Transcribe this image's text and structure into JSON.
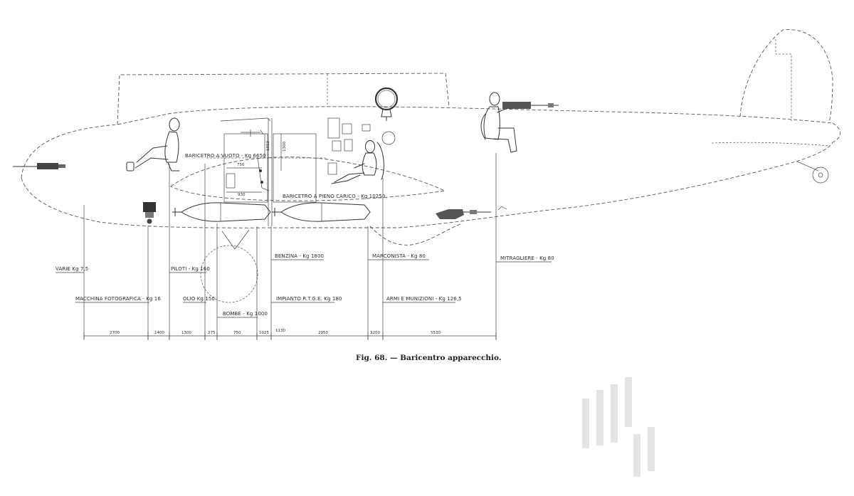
{
  "caption": "Fig. 68. — Baricentro apparecchio.",
  "cg": {
    "empty": "BARICETRO A VUOTO - Kg 6650",
    "full": "BARICETRO A PIENO CARICO - Kg 10250"
  },
  "interior_dims": {
    "d750": "750",
    "d930": "930",
    "d1012": "1012",
    "d1300": "1300"
  },
  "loads": {
    "varie": "VARIE Kg 7,5",
    "macchina": "MACCHINA FOTOGRAFICA - Kg 16",
    "piloti": "PILOTI - Kg 160",
    "olio": "OLIO Kg 150",
    "bombe": "BOMBE - Kg 1000",
    "benzina": "BENZINA - Kg 1800",
    "impianto": "IMPIANTO R.T.G.E. Kg 180",
    "marconista": "MARCONISTA - Kg 80",
    "armi": "ARMI E MUNIZIONI - Kg 126,5",
    "mitragliere": "MITRAGLIERE - Kg 80"
  },
  "dimensions": [
    "2700",
    "1400",
    "1300",
    "275",
    "750",
    "1025",
    "1130",
    "2950",
    "3200",
    "5530"
  ]
}
